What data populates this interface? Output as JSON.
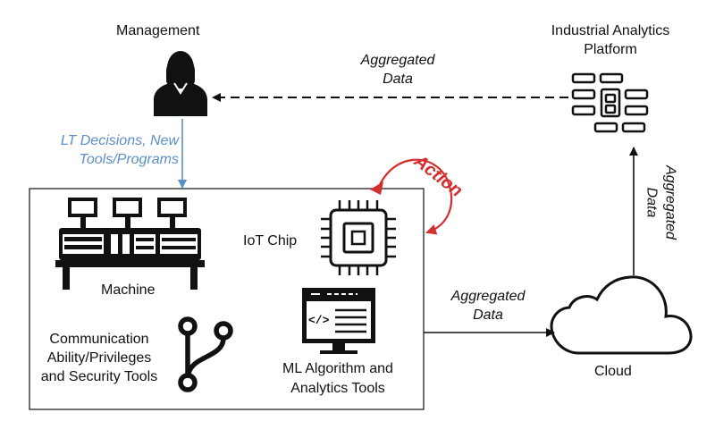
{
  "nodes": {
    "management": "Management",
    "platform_line1": "Industrial Analytics",
    "platform_line2": "Platform",
    "iot_chip": "IoT Chip",
    "machine": "Machine",
    "ml_line1": "ML Algorithm and",
    "ml_line2": "Analytics Tools",
    "comm_line1": "Communication",
    "comm_line2": "Ability/Privileges",
    "comm_line3": "and Security Tools",
    "cloud": "Cloud"
  },
  "edges": {
    "top_agg_line1": "Aggregated",
    "top_agg_line2": "Data",
    "lt_line1": "LT Decisions, New",
    "lt_line2": "Tools/Programs",
    "action": "Action",
    "mid_agg_line1": "Aggregated",
    "mid_agg_line2": "Data",
    "right_agg_line1": "Aggregated",
    "right_agg_line2": "Data"
  },
  "colors": {
    "lt_arrow": "#5b8fc7",
    "action_arrow": "#d32f2f",
    "icon": "#111111"
  },
  "icons": [
    "management-person-icon",
    "analytics-platform-icon",
    "machine-icon",
    "iot-chip-icon",
    "code-monitor-icon",
    "branch-icon",
    "cloud-icon"
  ]
}
